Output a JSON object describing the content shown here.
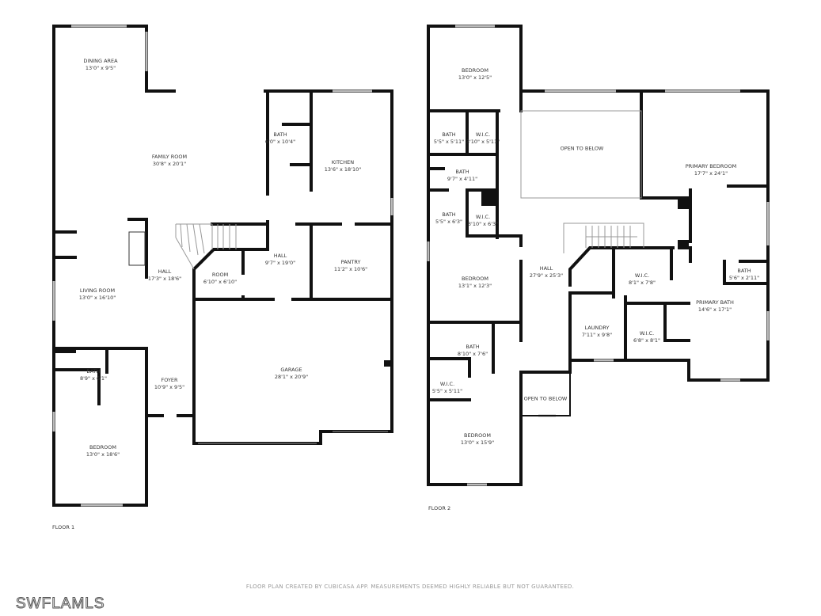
{
  "floor1": {
    "label": "FLOOR 1",
    "rooms": [
      {
        "name": "DINING AREA",
        "dims": "13'0\" x 9'5\""
      },
      {
        "name": "FAMILY ROOM",
        "dims": "30'8\" x 20'1\""
      },
      {
        "name": "BATH",
        "dims": "6'0\" x 10'4\""
      },
      {
        "name": "KITCHEN",
        "dims": "13'6\" x 18'10\""
      },
      {
        "name": "HALL",
        "dims": "17'3\" x 18'6\""
      },
      {
        "name": "ROOM",
        "dims": "6'10\" x 6'10\""
      },
      {
        "name": "HALL",
        "dims": "9'7\" x 19'0\""
      },
      {
        "name": "PANTRY",
        "dims": "11'2\" x 10'6\""
      },
      {
        "name": "LIVING ROOM",
        "dims": "13'0\" x 16'10\""
      },
      {
        "name": "BATH",
        "dims": "8'9\" x 6'1\""
      },
      {
        "name": "FOYER",
        "dims": "10'9\" x 9'5\""
      },
      {
        "name": "GARAGE",
        "dims": "28'1\" x 20'9\""
      },
      {
        "name": "BEDROOM",
        "dims": "13'0\" x 18'6\""
      }
    ]
  },
  "floor2": {
    "label": "FLOOR 2",
    "rooms": [
      {
        "name": "BEDROOM",
        "dims": "13'0\" x 12'5\""
      },
      {
        "name": "OPEN TO BELOW",
        "dims": ""
      },
      {
        "name": "PRIMARY BEDROOM",
        "dims": "17'7\" x 24'1\""
      },
      {
        "name": "BATH",
        "dims": "5'5\" x 5'11\""
      },
      {
        "name": "W.I.C.",
        "dims": "3'10\" x 5'11\""
      },
      {
        "name": "BATH",
        "dims": "9'7\" x 4'11\""
      },
      {
        "name": "BATH",
        "dims": "5'5\" x 6'3\""
      },
      {
        "name": "W.I.C.",
        "dims": "3'10\" x 6'3\""
      },
      {
        "name": "BEDROOM",
        "dims": "13'1\" x 12'3\""
      },
      {
        "name": "HALL",
        "dims": "27'9\" x 25'3\""
      },
      {
        "name": "W.I.C.",
        "dims": "8'1\" x 7'8\""
      },
      {
        "name": "BATH",
        "dims": "5'6\" x 2'11\""
      },
      {
        "name": "LAUNDRY",
        "dims": "7'11\" x 9'8\""
      },
      {
        "name": "PRIMARY BATH",
        "dims": "14'6\" x 17'1\""
      },
      {
        "name": "W.I.C.",
        "dims": "6'8\" x 8'1\""
      },
      {
        "name": "BATH",
        "dims": "8'10\" x 7'6\""
      },
      {
        "name": "W.I.C.",
        "dims": "5'5\" x 5'11\""
      },
      {
        "name": "OPEN TO BELOW",
        "dims": ""
      },
      {
        "name": "BEDROOM",
        "dims": "13'0\" x 15'9\""
      }
    ]
  },
  "footer": "FLOOR PLAN CREATED BY CUBICASA APP. MEASUREMENTS DEEMED HIGHLY RELIABLE BUT NOT GUARANTEED.",
  "watermark": "SWFLAMLS",
  "colors": {
    "walls": "#111111",
    "windows": "#bbbbbb",
    "text": "#333333"
  }
}
